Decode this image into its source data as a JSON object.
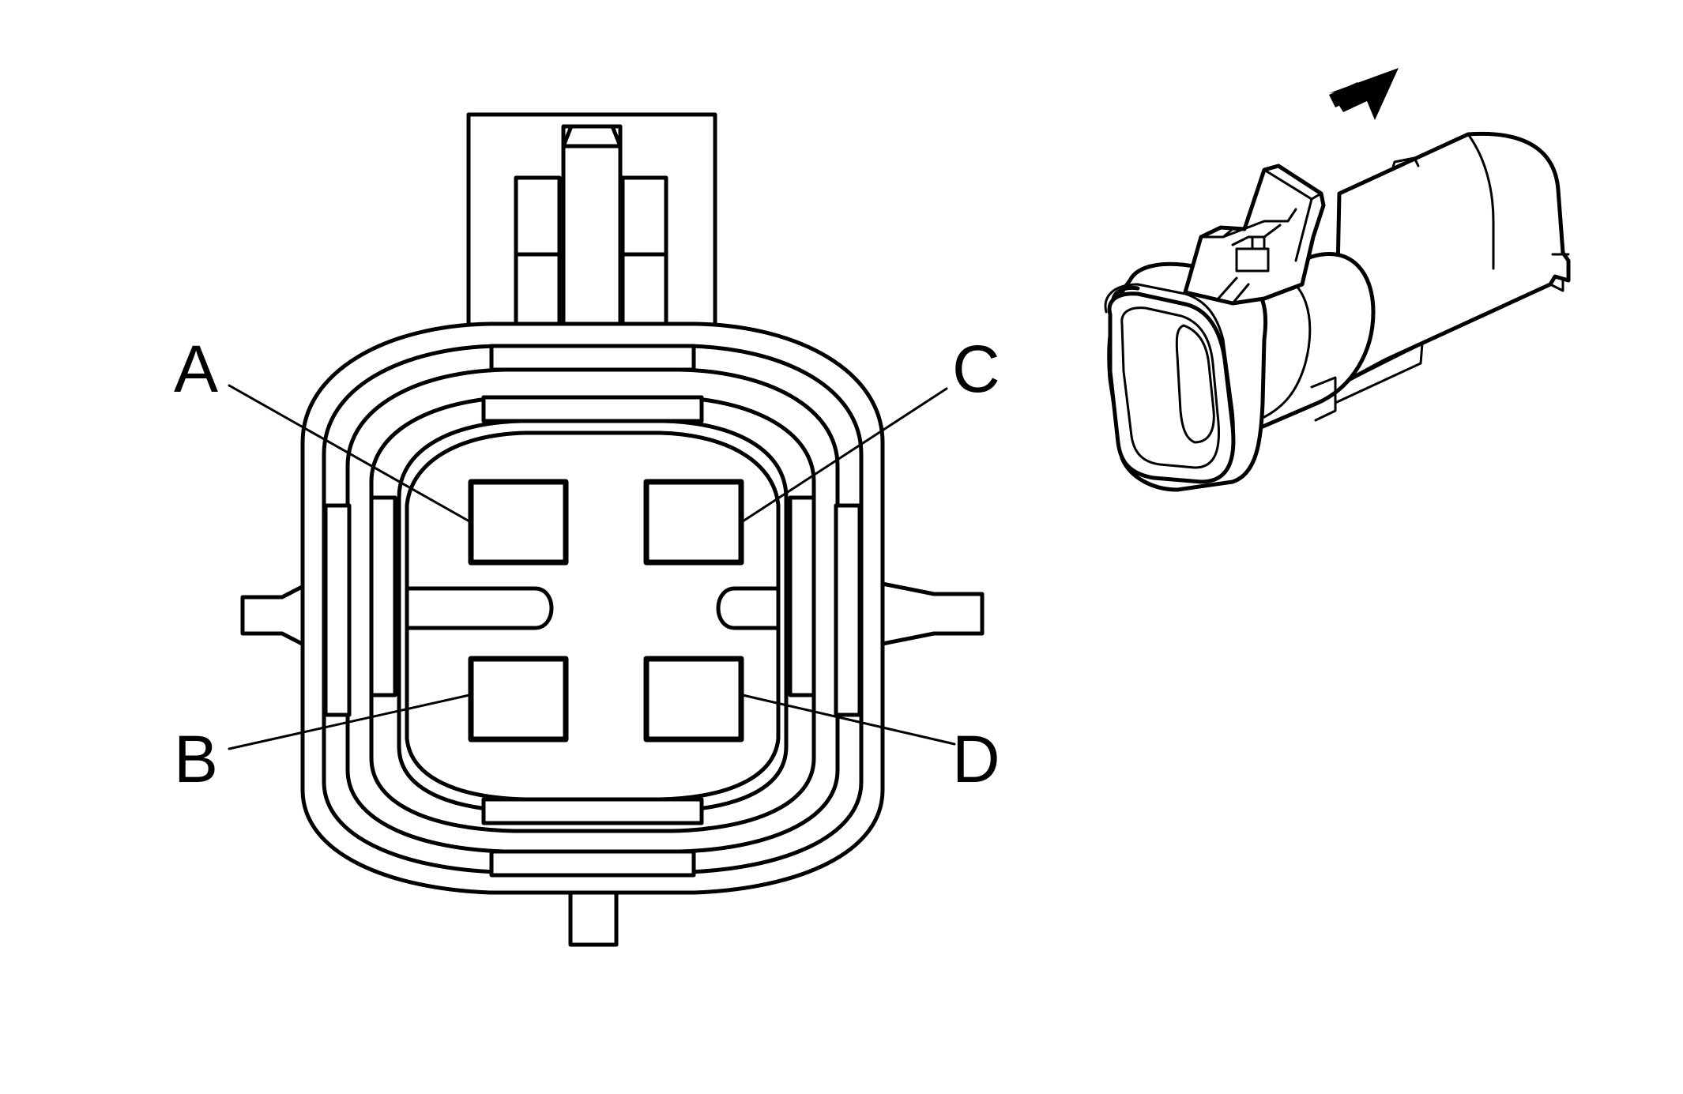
{
  "diagram": {
    "labels": {
      "a": "A",
      "b": "B",
      "c": "C",
      "d": "D"
    },
    "icons": {
      "direction_arrow": "arrow-icon",
      "connector_view": "connector-3d-view"
    }
  }
}
